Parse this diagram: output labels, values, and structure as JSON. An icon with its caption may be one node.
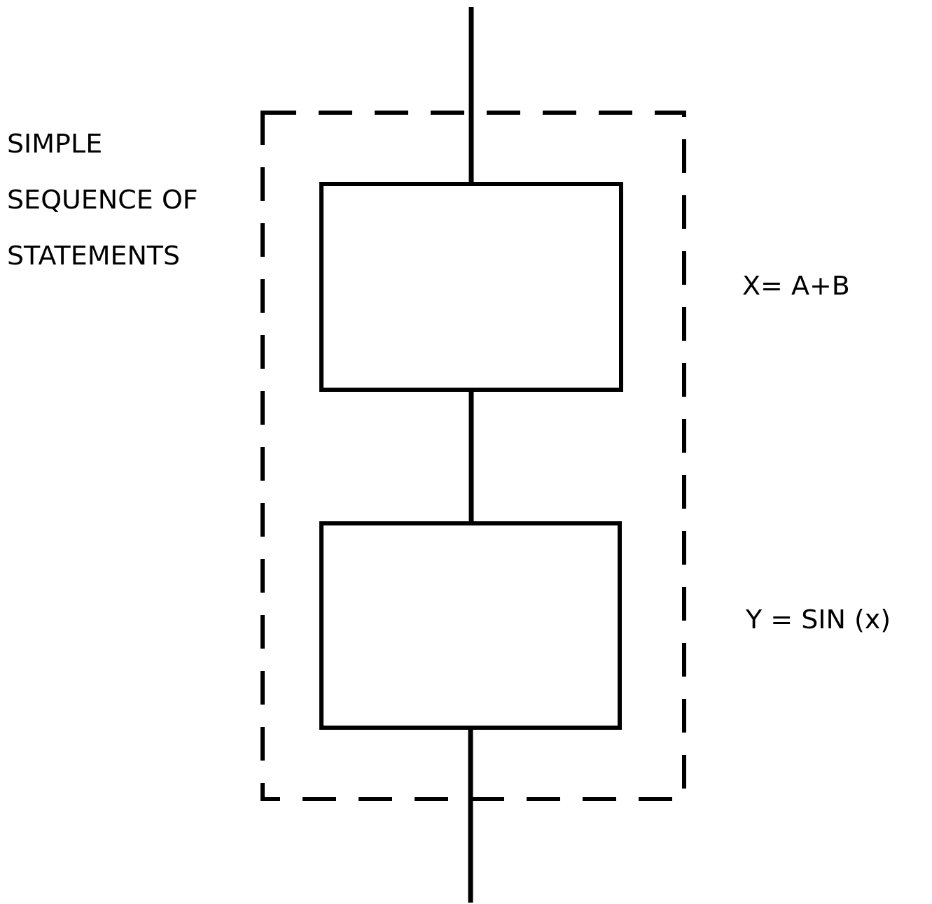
{
  "diagram": {
    "nodes": [
      {
        "text": [],
        "shape": "box",
        "beside": [
          "SIMPLE SEQUENCE OF STATEMENTS"
        ]
      },
      {
        "text": [],
        "shape": "box",
        "in": 0
      },
      {
        "text": [],
        "shape": "box",
        "in": 0
      }
    ],
    "edges": [
      {
        "from": null,
        "to": 1,
        "arrow": "none"
      },
      {
        "from": 1,
        "to": 2,
        "arrow": "none"
      },
      {
        "from": 2,
        "to": null,
        "arrow": "none"
      }
    ],
    "labels": [
      "X= A+B",
      "Y = SIN (x)"
    ]
  }
}
